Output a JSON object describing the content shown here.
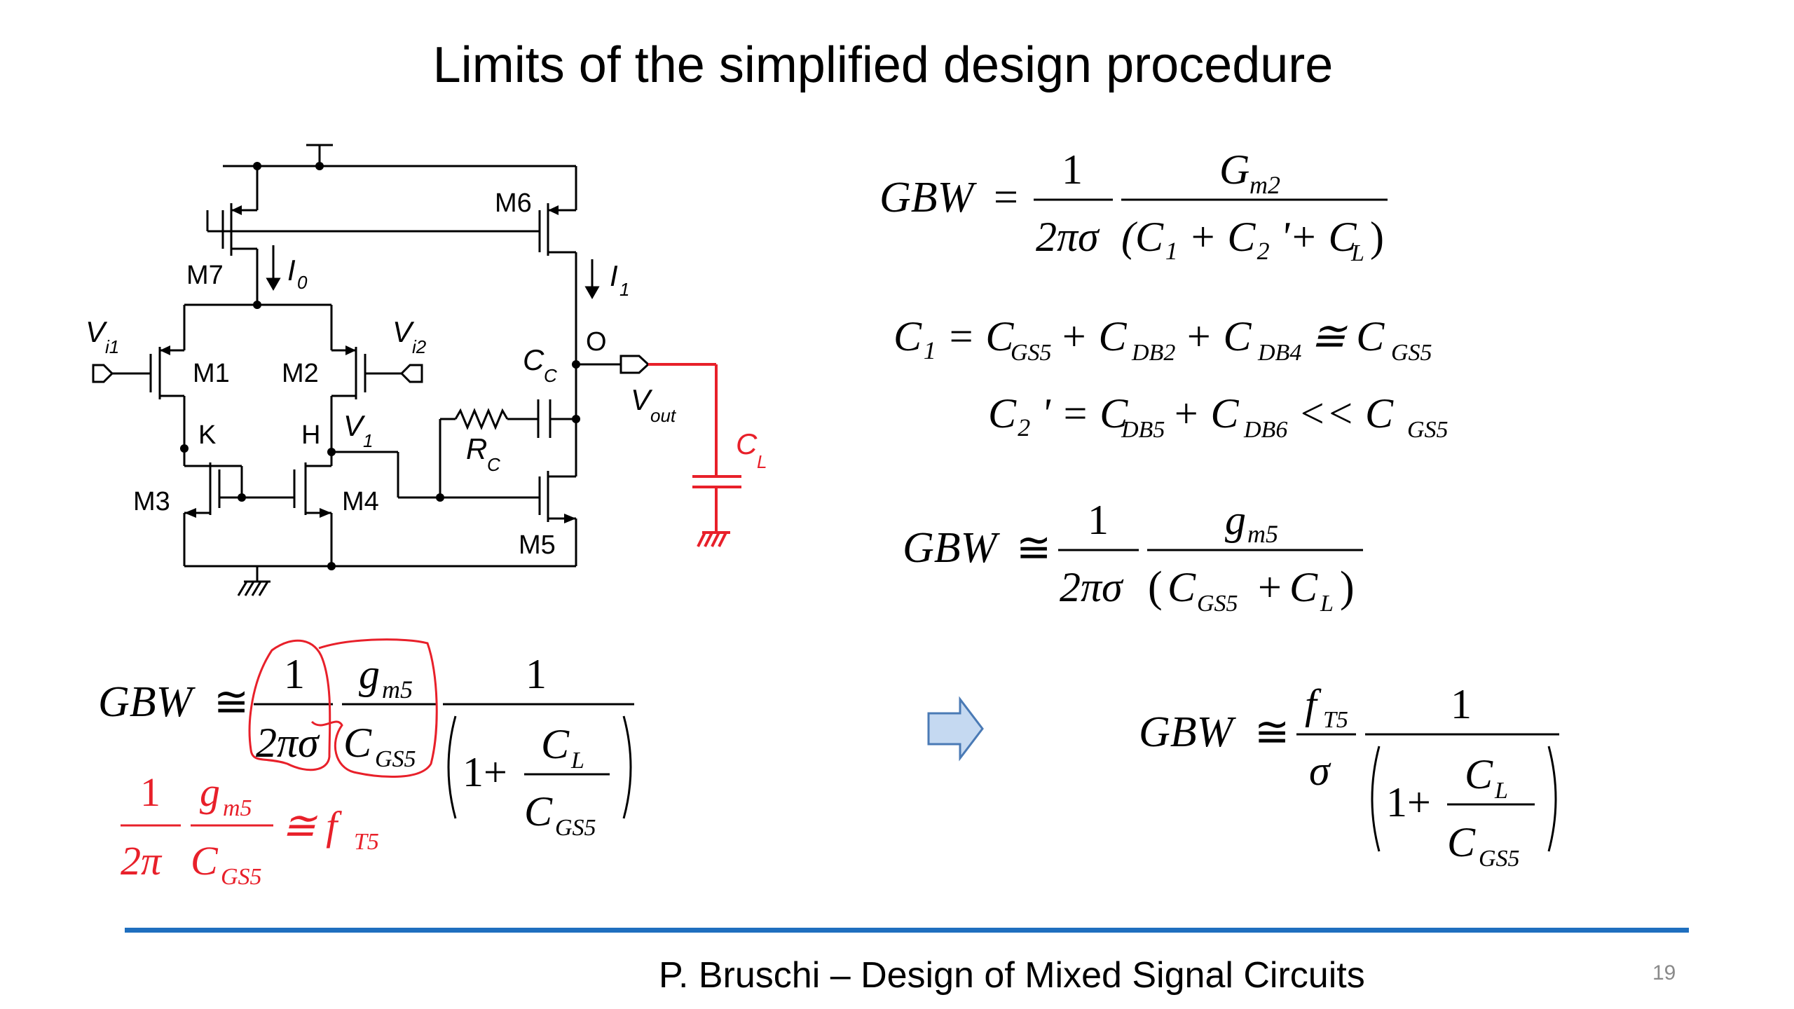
{
  "slide": {
    "title": "Limits of the simplified design procedure",
    "footer": "P. Bruschi – Design of Mixed Signal Circuits",
    "page_number": "19",
    "colors": {
      "accent_rule": "#1f6fbf",
      "highlight": "#e8202a",
      "arrow_fill": "#c5d9f1",
      "arrow_stroke": "#4a7ab5"
    }
  },
  "circuit": {
    "transistors": [
      "M7",
      "M6",
      "M1",
      "M2",
      "M3",
      "M4",
      "M5"
    ],
    "nodes": {
      "k": "K",
      "h": "H",
      "o": "O"
    },
    "currents": {
      "i0": "I",
      "i0_sub": "0",
      "i1": "I",
      "i1_sub": "1"
    },
    "inputs": {
      "vi1": "V",
      "vi1_sub": "i1",
      "vi2": "V",
      "vi2_sub": "i2"
    },
    "v1": "V",
    "v1_sub": "1",
    "vout": "V",
    "vout_sub": "out",
    "cc": "C",
    "cc_sub": "C",
    "rc": "R",
    "rc_sub": "C",
    "cl": "C",
    "cl_sub": "L"
  },
  "equations": {
    "gbw_label": "GBW",
    "eq_sign": "=",
    "approx_sign": "≅",
    "one": "1",
    "two_pi_sigma": "2πσ",
    "two_pi": "2π",
    "sigma": "σ",
    "eq1_num": "G",
    "eq1_num_sub": "m2",
    "eq1_den": "(C₁ + C₂ '+ C",
    "eq1_den_sub": "L",
    "eq1_den_end": ")",
    "eq2_lhs": "C₁ = C",
    "eq2_a_sub": "GS5",
    "eq2_b": " + C",
    "eq2_b_sub": "DB2",
    "eq2_c": " + C",
    "eq2_c_sub": "DB4",
    "eq2_d": " ≅ C",
    "eq2_d_sub": "GS5",
    "eq3_lhs": "C₂ ' = C",
    "eq3_a_sub": "DB5",
    "eq3_b": " + C",
    "eq3_b_sub": "DB6",
    "eq3_c": " << C",
    "eq3_c_sub": "GS5",
    "g": "g",
    "m5": "m5",
    "C": "C",
    "gs5": "GS5",
    "L": "L",
    "plus": "+",
    "one_plus": "1+",
    "f": "f",
    "t5": "T5",
    "red_approx": "≅ f"
  }
}
